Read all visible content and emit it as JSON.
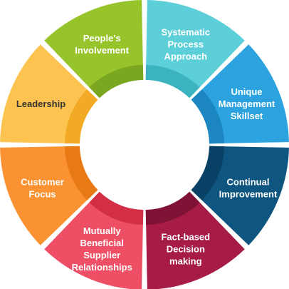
{
  "diagram": {
    "segments": [
      {
        "id": "systematic-process-approach",
        "lines": [
          "Systematic",
          "Process",
          "Approach"
        ],
        "color": "#5ccfd8",
        "ring_color": "#3bb4c0",
        "text_color": "#ffffff"
      },
      {
        "id": "unique-management-skillset",
        "lines": [
          "Unique",
          "Management",
          "Skillset"
        ],
        "color": "#2ca3de",
        "ring_color": "#1b86c0",
        "text_color": "#ffffff"
      },
      {
        "id": "continual-improvement",
        "lines": [
          "Continual",
          "Improvement"
        ],
        "color": "#0e5580",
        "ring_color": "#094066",
        "text_color": "#ffffff"
      },
      {
        "id": "fact-based-decision-making",
        "lines": [
          "Fact-based",
          "Decision",
          "making"
        ],
        "color": "#a71b47",
        "ring_color": "#7f1235",
        "text_color": "#ffffff"
      },
      {
        "id": "mutually-beneficial-supplier-relationships",
        "lines": [
          "Mutually",
          "Beneficial",
          "Supplier",
          "Relationships"
        ],
        "color": "#ee4f64",
        "ring_color": "#d22f47",
        "text_color": "#ffffff"
      },
      {
        "id": "customer-focus",
        "lines": [
          "Customer",
          "Focus"
        ],
        "color": "#fb9231",
        "ring_color": "#e87a16",
        "text_color": "#ffffff"
      },
      {
        "id": "leadership",
        "lines": [
          "Leadership"
        ],
        "color": "#fcc350",
        "ring_color": "#f2a923",
        "text_color": "#333333"
      },
      {
        "id": "peoples-involvement",
        "lines": [
          "People's",
          "Involvement"
        ],
        "color": "#98c42b",
        "ring_color": "#7ba620",
        "text_color": "#ffffff"
      }
    ],
    "center_color": "#ffffff"
  }
}
